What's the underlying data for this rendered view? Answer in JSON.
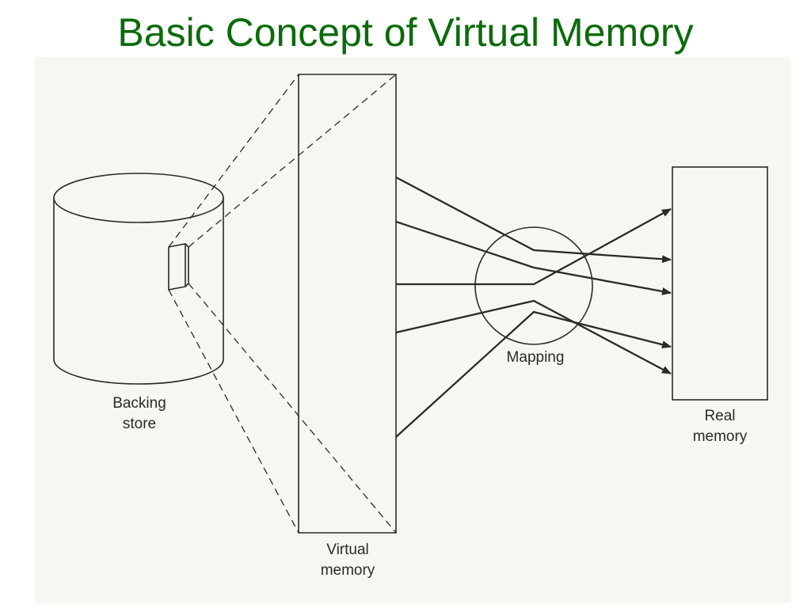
{
  "slide": {
    "title": "Basic Concept of Virtual Memory",
    "title_color": "#0a6b0a"
  },
  "diagram": {
    "ink_color": "#2a2a2a",
    "paper_color": "#f7f6f1",
    "labels": {
      "backing_store_line1": "Backing",
      "backing_store_line2": "store",
      "virtual_memory_line1": "Virtual",
      "virtual_memory_line2": "memory",
      "mapping": "Mapping",
      "real_memory_line1": "Real",
      "real_memory_line2": "memory"
    }
  }
}
